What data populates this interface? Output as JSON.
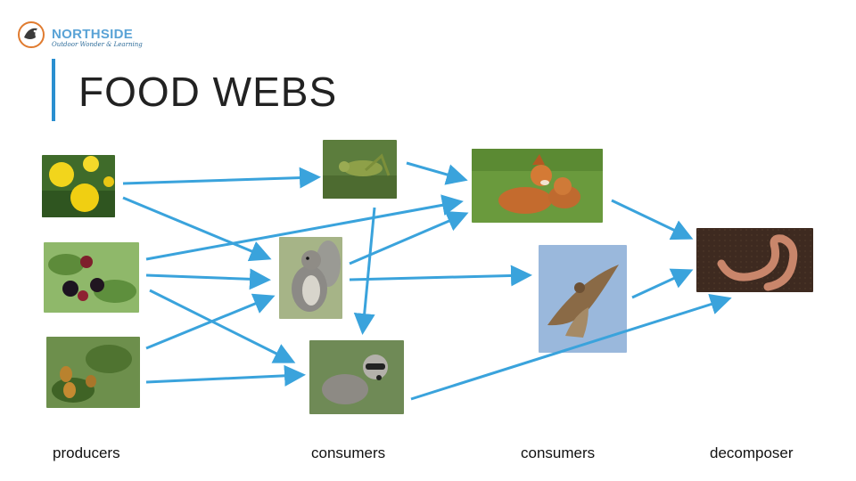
{
  "brand": {
    "name": "NORTHSIDE",
    "tagline": "Outdoor Wonder & Learning"
  },
  "title": "FOOD WEBS",
  "labels": {
    "producers": "producers",
    "consumers_primary": "consumers",
    "consumers_secondary": "consumers",
    "decomposer": "decomposer"
  },
  "colors": {
    "arrow": "#3aa3dc",
    "accent": "#2a8fd0"
  },
  "organisms": [
    "dandelion",
    "blackberry",
    "oak-acorn",
    "grasshopper",
    "squirrel",
    "raccoon",
    "fox",
    "hawk",
    "earthworm"
  ]
}
